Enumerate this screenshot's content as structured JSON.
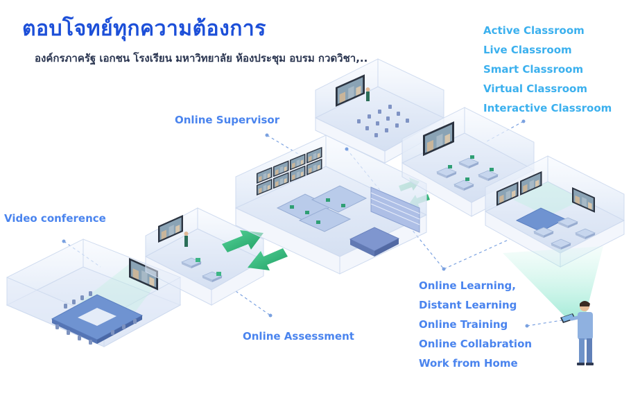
{
  "header": {
    "title": "ตอบโจทย์ทุกความต้องการ",
    "subtitle": "องค์กรภาครัฐ เอกชน โรงเรียน มหาวิทยาลัย ห้องประชุม อบรม กวดวิชา,.."
  },
  "labels": {
    "video_conference": "Video conference",
    "online_supervisor": "Online Supervisor",
    "online_assessment": "Online Assessment"
  },
  "classroom_types": [
    "Active Classroom",
    "Live Classroom",
    "Smart Classroom",
    "Virtual Classroom",
    "Interactive Classroom"
  ],
  "learning_modes": [
    "Online Learning,",
    "Distant Learning",
    "Online Training",
    "Online Collabration",
    "Work from Home"
  ],
  "colors": {
    "title": "#1c4fd8",
    "label": "#4a84ee",
    "arrow_green": "#3fbf7f",
    "floor": "#dfe8f6",
    "wall": "#eef3fb"
  }
}
